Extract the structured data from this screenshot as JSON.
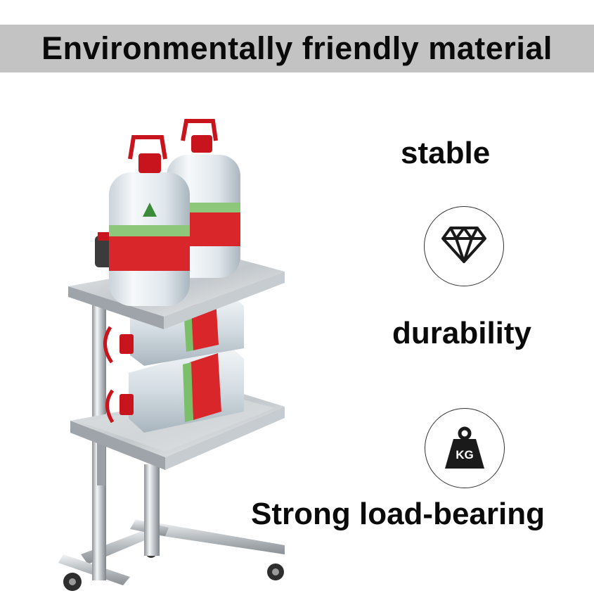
{
  "banner": {
    "title": "Environmentally friendly material",
    "background": "#c3c3c3"
  },
  "features": [
    {
      "label": "stable",
      "icon": "diamond-icon"
    },
    {
      "label": "durability",
      "icon": "diamond-icon"
    },
    {
      "label": "Strong load-bearing",
      "icon": "kg-weight-icon"
    }
  ],
  "icons": {
    "weight_text": "KG"
  },
  "colors": {
    "bottle_label_red": "#d8262b",
    "bottle_cap_red": "#c8141c",
    "steel": "#d9dcdf"
  }
}
